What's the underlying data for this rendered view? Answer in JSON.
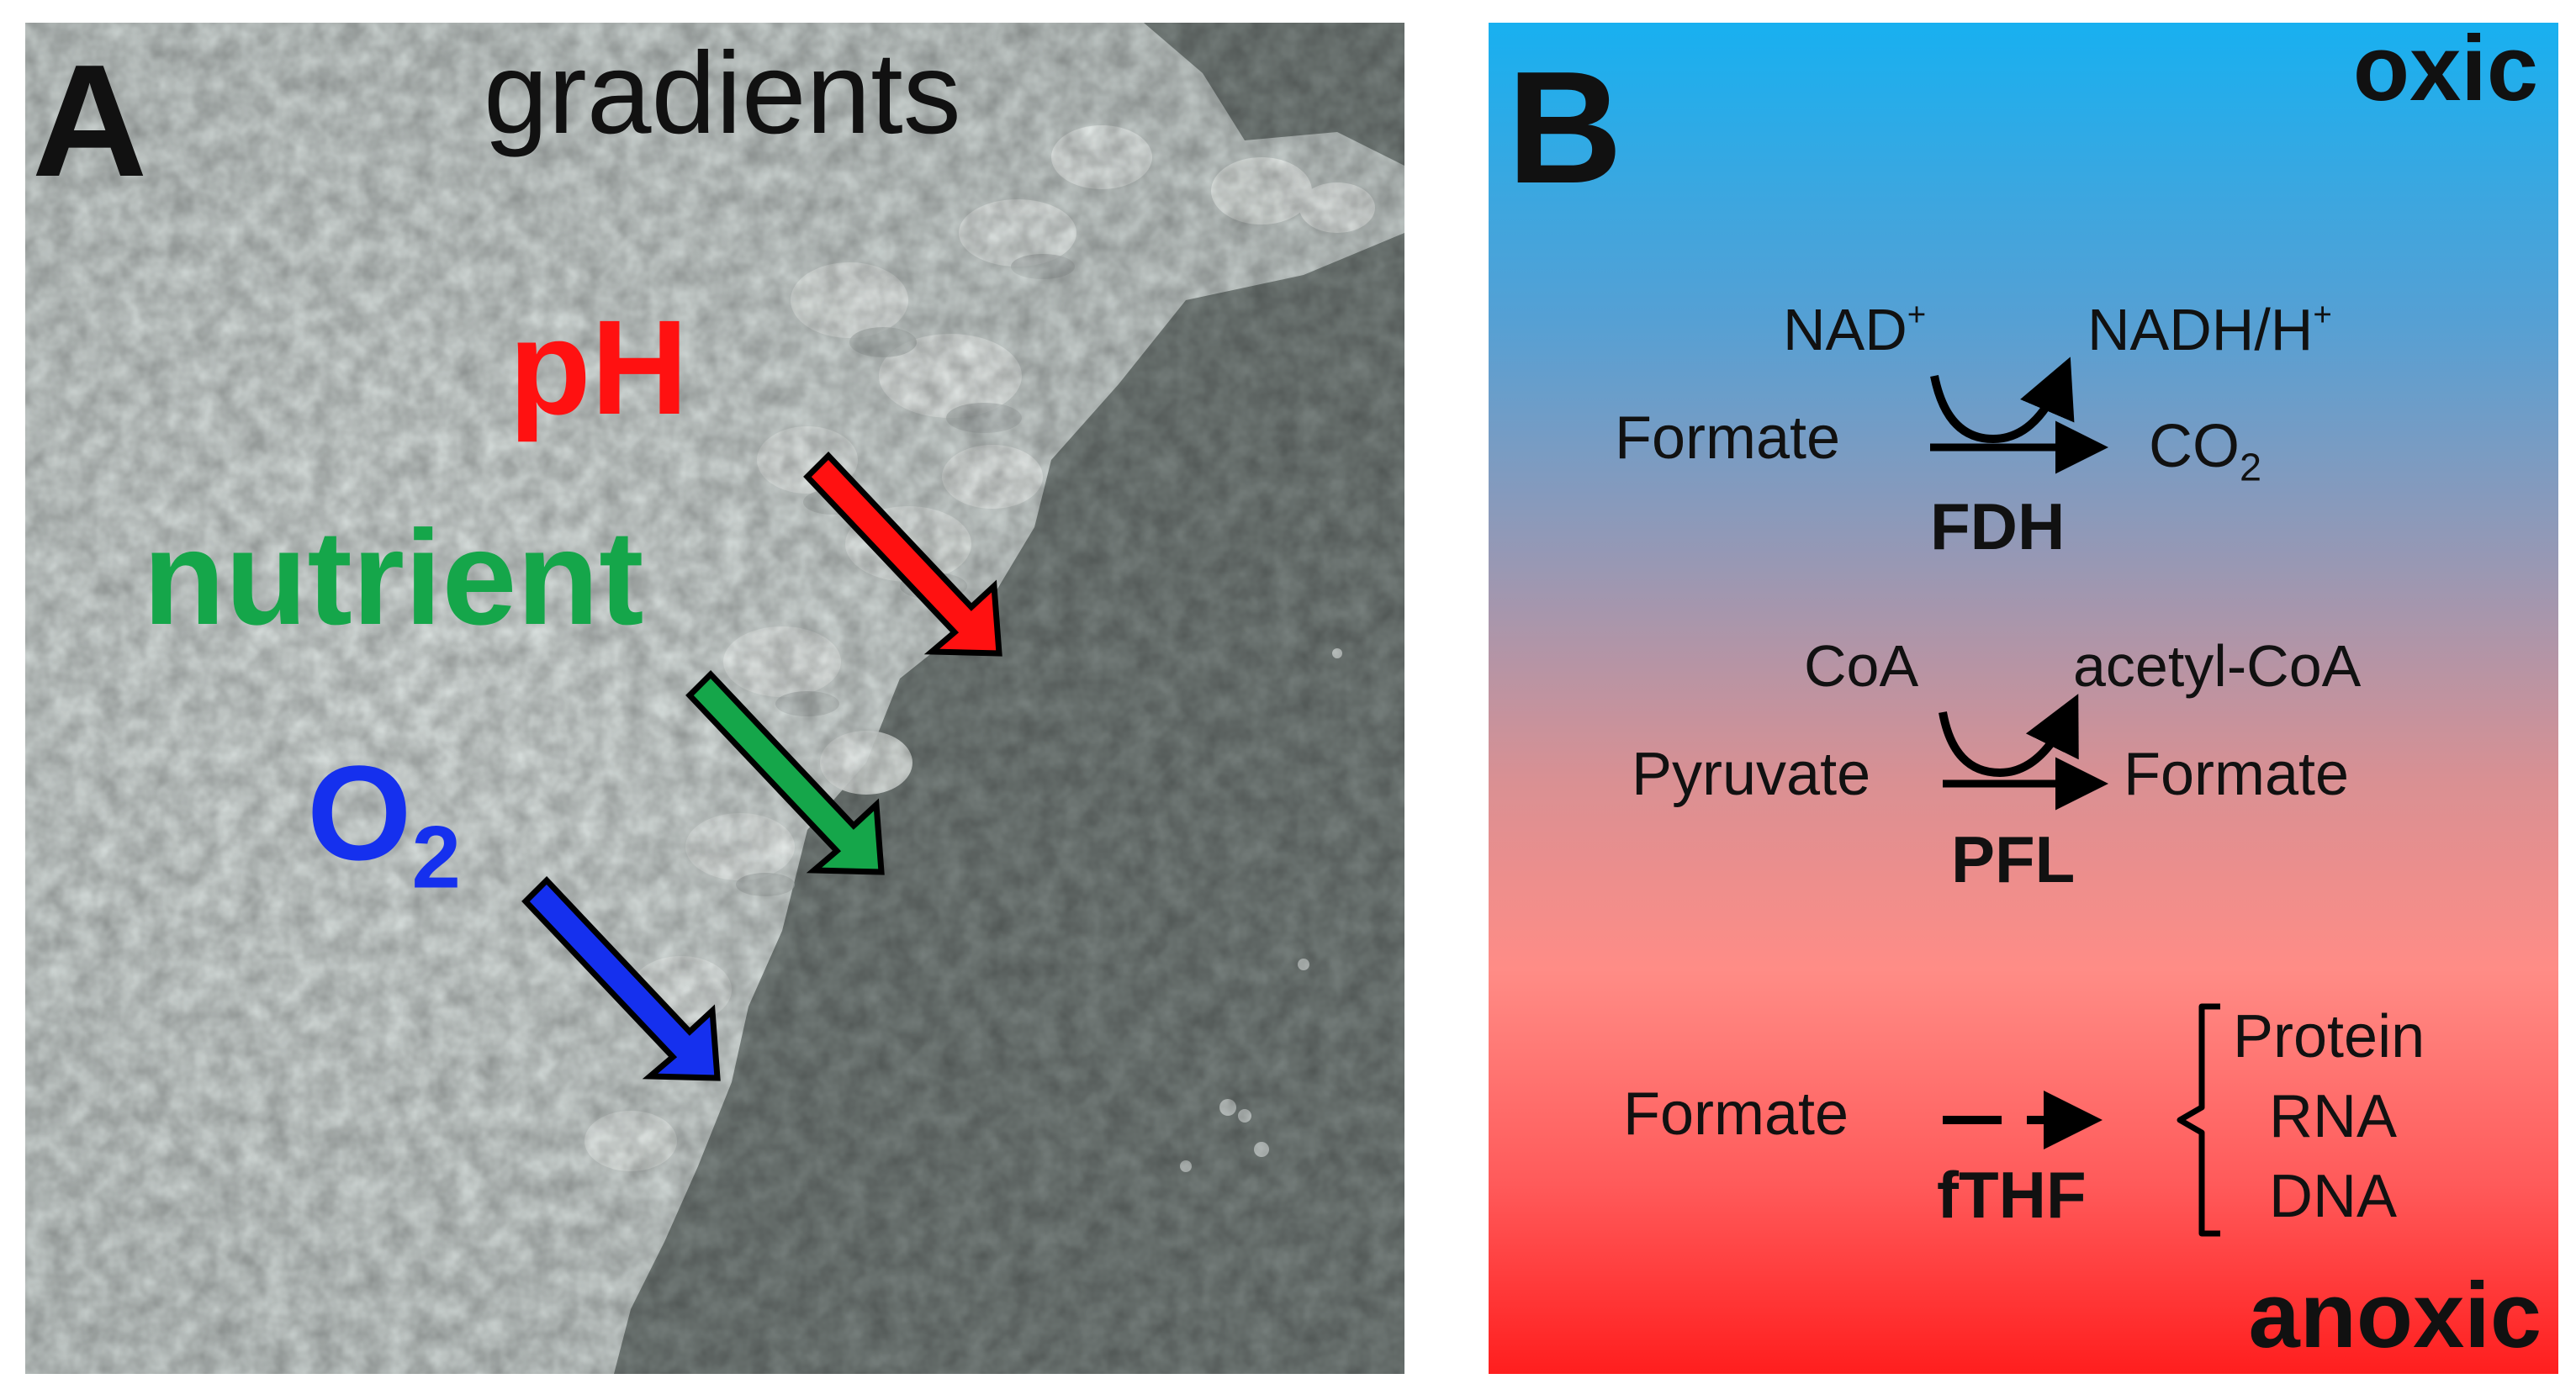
{
  "panel_a": {
    "label": "A",
    "title": "gradients",
    "arrows": [
      {
        "name": "pH",
        "color": "#ff1111"
      },
      {
        "name": "nutrient",
        "color": "#15a64a"
      },
      {
        "name": "O",
        "subscript": "2",
        "color": "#1530ee"
      }
    ]
  },
  "panel_b": {
    "label": "B",
    "top_label": "oxic",
    "bottom_label": "anoxic",
    "gradient_colors": {
      "top": "#18b0f0",
      "bottom": "#ff1e1e"
    },
    "reactions": [
      {
        "substrate": "Formate",
        "cofactor_in": "NAD",
        "cofactor_in_sup": "+",
        "cofactor_out": "NADH/H",
        "cofactor_out_sup": "+",
        "product": "CO",
        "product_sub": "2",
        "enzyme": "FDH"
      },
      {
        "substrate": "Pyruvate",
        "cofactor_in": "CoA",
        "cofactor_out": "acetyl-CoA",
        "product": "Formate",
        "enzyme": "PFL"
      },
      {
        "substrate": "Formate",
        "enzyme": "fTHF",
        "products": [
          "Protein",
          "RNA",
          "DNA"
        ]
      }
    ]
  }
}
